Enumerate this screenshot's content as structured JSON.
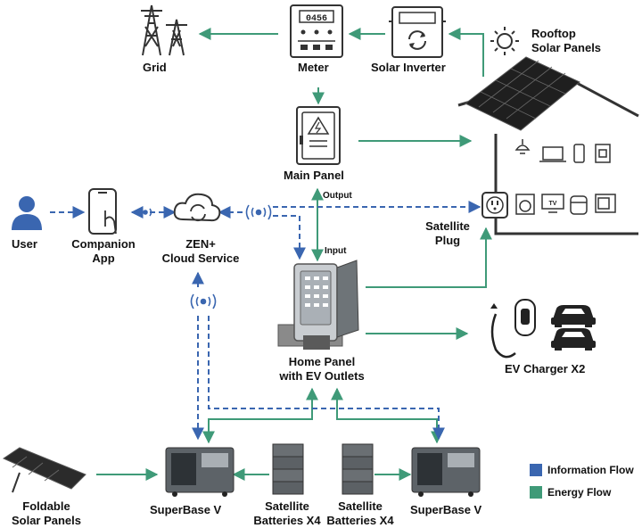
{
  "nodes": {
    "grid": "Grid",
    "meter": "Meter",
    "meter_reading": "0456",
    "solar_inverter": "Solar Inverter",
    "rooftop_solar": [
      "Rooftop",
      "Solar Panels"
    ],
    "main_panel": "Main Panel",
    "user": "User",
    "companion_app": [
      "Companion",
      "App"
    ],
    "cloud": [
      "ZEN+",
      "Cloud Service"
    ],
    "satellite_plug": [
      "Satellite",
      "Plug"
    ],
    "home_panel": [
      "Home Panel",
      "with EV Outlets"
    ],
    "ev_charger": "EV Charger X2",
    "foldable_solar": [
      "Foldable",
      "Solar Panels"
    ],
    "superbase_left": "SuperBase V",
    "satellite_batteries_left": [
      "Satellite",
      "Batteries X4"
    ],
    "satellite_batteries_right": [
      "Satellite",
      "Batteries X4"
    ],
    "superbase_right": "SuperBase V",
    "tv_label": "TV"
  },
  "flow_labels": {
    "output": "Output",
    "input": "Input"
  },
  "legend": [
    {
      "label": "Information Flow",
      "color": "#3a66b0"
    },
    {
      "label": "Energy Flow",
      "color": "#3f9a78"
    }
  ],
  "colors": {
    "energy": "#3f9a78",
    "info": "#3a66b0"
  }
}
